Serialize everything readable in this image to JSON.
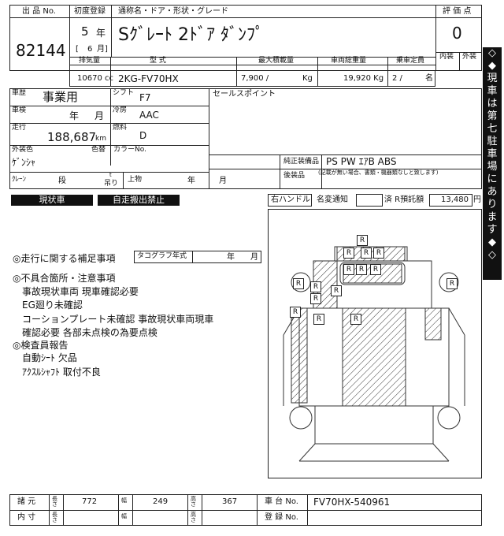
{
  "header": {
    "lot_label": "出 品 No.",
    "first_reg_label": "初度登録",
    "name_label": "通称名・ドア・形状・グレード",
    "grade_label": "評 価 点",
    "lot_no": "82144",
    "year": "5",
    "year_unit": "年",
    "month_open": "[",
    "month": "6",
    "month_unit": "月]",
    "car_name": "Sｸﾞﾚｰﾄ 2ﾄﾞｱ ﾀﾞﾝﾌﾟ",
    "grade_value": "0",
    "interior_label": "内装",
    "exterior_label": "外装"
  },
  "specs_row": {
    "displacement_label": "排気量",
    "model_label": "型 式",
    "max_load_label": "最大積載量",
    "gross_weight_label": "車両総重量",
    "capacity_label": "乗車定員",
    "displacement": "10670 cc",
    "model": "2KG-FV70HX",
    "max_load": "7,900 /",
    "max_load_unit": "Kg",
    "gross_weight": "19,920 Kg",
    "capacity": "2 /",
    "capacity_unit": "名"
  },
  "info": {
    "history_label": "車歴",
    "history": "事業用",
    "shift_label": "シフト",
    "shift": "F7",
    "inspection_label": "車検",
    "inspection_year": "年",
    "inspection_month": "月",
    "ac_label": "冷房",
    "ac": "AAC",
    "mileage_label": "走行",
    "mileage": "188,687",
    "mileage_unit": "km",
    "fuel_label": "燃料",
    "fuel": "D",
    "ext_color_label": "外装色",
    "color_no_label": "色替",
    "color_no_label2": "カラーNo.",
    "ext_color": "ｹﾞﾝｼｬ",
    "crane_label": "ｸﾚｰﾝ",
    "crane_dan": "段",
    "crane_t": "t",
    "crane_suri": "吊り",
    "joubutsu_label": "上物",
    "joubutsu_year": "年",
    "joubutsu_month": "月",
    "sales_point_label": "セールスポイント",
    "std_equip_label": "純正装備品",
    "std_equip": "PS PW ｴｱB ABS",
    "aftermarket_label": "後装品",
    "aftermarket_note": "(記載が無い場合、書類・機器類なしと致します)"
  },
  "status": {
    "genjousha": "現状車",
    "jisou_kinshi": "自走搬出禁止",
    "handle": "右ハンドル",
    "name_change_label": "名変通知",
    "recycle_label": "済 R預託額",
    "recycle_amount": "13,480",
    "recycle_unit": "円"
  },
  "notes": {
    "driving_title": "◎走行に関する補足事項",
    "tacho_label": "タコグラフ年式",
    "tacho_year": "年",
    "tacho_month": "月",
    "defects_title": "◎不具合箇所・注意事項",
    "lines": [
      "事故現状車両 現車確認必要",
      "EG廻り未確認",
      "コーションプレート未確認 事故現状車両現車",
      "確認必要 各部未点検の為要点検"
    ],
    "inspector_title": "◎検査員報告",
    "inspector_lines": [
      "自動ｼｰﾄ 欠品",
      "ｱｸｽﾙｼｬﾌﾄ 取付不良"
    ]
  },
  "side_banner": {
    "chars": [
      "◇",
      "◆",
      "現",
      "車",
      "は",
      "第",
      "七",
      "駐",
      "車",
      "場",
      "に",
      "あ",
      "り",
      "ま",
      "す",
      "◆",
      "◇"
    ]
  },
  "diagram": {
    "marker": "R"
  },
  "footer": {
    "dims_label": "諸 元",
    "length_label": "長さ",
    "length": "772",
    "width_label": "幅",
    "width": "249",
    "height_label": "高さ",
    "height": "367",
    "chassis_label": "車 台 No.",
    "chassis": "FV70HX-540961",
    "inner_label": "内 寸",
    "inner_length_label": "長さ",
    "inner_width_label": "幅",
    "inner_height_label": "高さ",
    "reg_label": "登 録 No."
  }
}
